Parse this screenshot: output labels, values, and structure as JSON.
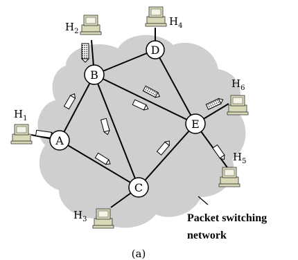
{
  "colors": {
    "cloud": "#cfcfcf",
    "link": "#000000",
    "node_fill": "#ffffff",
    "host_body": "#d9d9b8",
    "host_screen": "#f3f3e6",
    "packet": "#ffffff",
    "packet_dark": "#555555"
  },
  "nodes": [
    {
      "id": "A",
      "label": "A"
    },
    {
      "id": "B",
      "label": "B"
    },
    {
      "id": "C",
      "label": "C"
    },
    {
      "id": "D",
      "label": "D"
    },
    {
      "id": "E",
      "label": "E"
    }
  ],
  "hosts": [
    {
      "id": "H1",
      "main": "H",
      "sub": "1"
    },
    {
      "id": "H2",
      "main": "H",
      "sub": "2"
    },
    {
      "id": "H3",
      "main": "H",
      "sub": "3"
    },
    {
      "id": "H4",
      "main": "H",
      "sub": "4"
    },
    {
      "id": "H5",
      "main": "H",
      "sub": "5"
    },
    {
      "id": "H6",
      "main": "H",
      "sub": "6"
    }
  ],
  "network_label_line1": "Packet switching",
  "network_label_line2": "network",
  "caption": "(a)"
}
